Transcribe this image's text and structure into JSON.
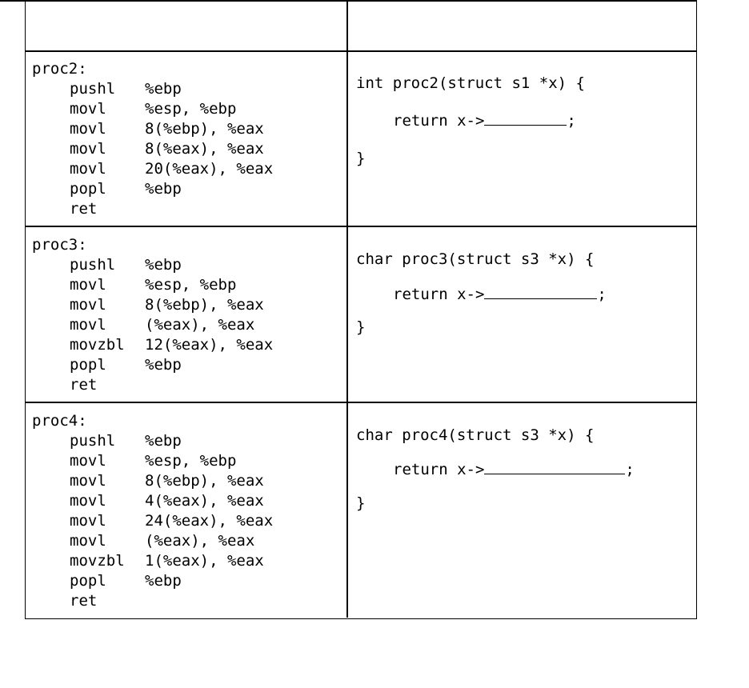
{
  "rows": [
    {
      "name": "proc2:",
      "asm": [
        {
          "op": "pushl",
          "args": "%ebp"
        },
        {
          "op": "movl",
          "args": "%esp, %ebp"
        },
        {
          "op": "movl",
          "args": "8(%ebp), %eax"
        },
        {
          "op": "movl",
          "args": "8(%eax), %eax"
        },
        {
          "op": "movl",
          "args": "20(%eax), %eax"
        },
        {
          "op": "popl",
          "args": "%ebp"
        },
        {
          "op": "ret",
          "args": ""
        }
      ],
      "c_signature": "int proc2(struct s1 *x) {",
      "c_return": "return x->",
      "c_semicolon": ";",
      "c_close": "}"
    },
    {
      "name": "proc3:",
      "asm": [
        {
          "op": "pushl",
          "args": "%ebp"
        },
        {
          "op": "movl",
          "args": "%esp, %ebp"
        },
        {
          "op": "movl",
          "args": "8(%ebp), %eax"
        },
        {
          "op": "movl",
          "args": "(%eax), %eax"
        },
        {
          "op": "movzbl",
          "args": "12(%eax), %eax"
        },
        {
          "op": "popl",
          "args": "%ebp"
        },
        {
          "op": "ret",
          "args": ""
        }
      ],
      "c_signature": "char proc3(struct s3 *x) {",
      "c_return": "return x->",
      "c_semicolon": ";",
      "c_close": "}"
    },
    {
      "name": "proc4:",
      "asm": [
        {
          "op": "pushl",
          "args": "%ebp"
        },
        {
          "op": "movl",
          "args": "%esp, %ebp"
        },
        {
          "op": "movl",
          "args": "8(%ebp), %eax"
        },
        {
          "op": "movl",
          "args": "4(%eax), %eax"
        },
        {
          "op": "movl",
          "args": "24(%eax), %eax"
        },
        {
          "op": "movl",
          "args": "(%eax), %eax"
        },
        {
          "op": "movzbl",
          "args": "1(%eax), %eax"
        },
        {
          "op": "popl",
          "args": "%ebp"
        },
        {
          "op": "ret",
          "args": ""
        }
      ],
      "c_signature": "char proc4(struct s3 *x) {",
      "c_return": "return x->",
      "c_semicolon": ";",
      "c_close": "}"
    }
  ]
}
